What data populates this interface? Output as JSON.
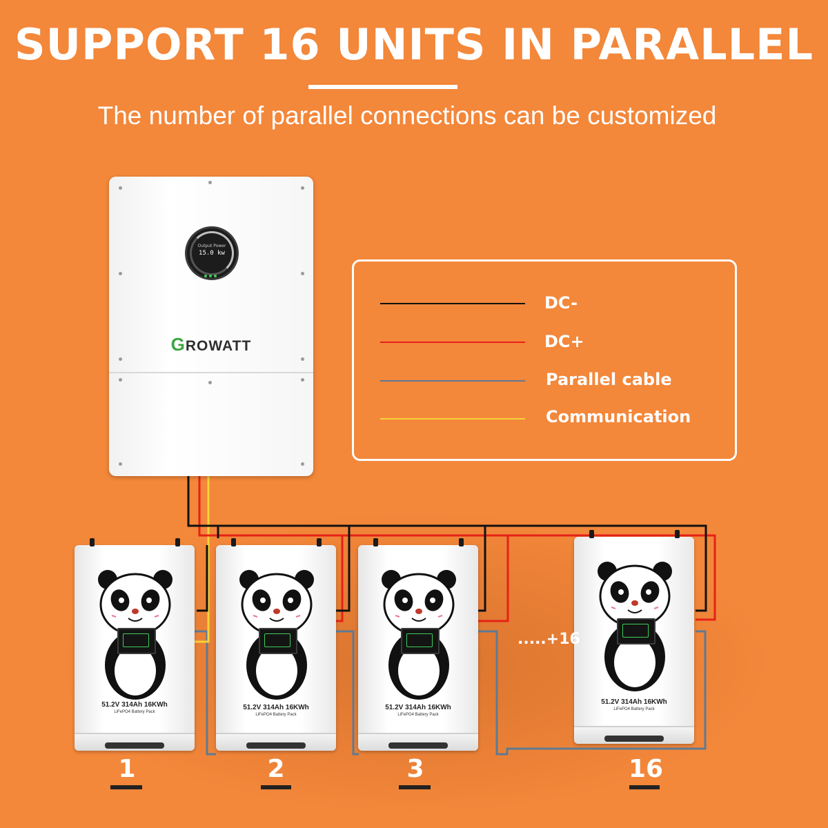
{
  "header": {
    "title": "SUPPORT 16 UNITS IN PARALLEL",
    "subtitle": "The number of parallel connections can be customized"
  },
  "inverter": {
    "brand": "ROWATT",
    "brand_initial": "G",
    "display_label": "Output Power",
    "display_value": "15.0 kw"
  },
  "legend": {
    "items": [
      {
        "label": "DC-",
        "color": "#111111"
      },
      {
        "label": "DC+",
        "color": "#e62117"
      },
      {
        "label": "Parallel cable",
        "color": "#5f7a93"
      },
      {
        "label": "Communication",
        "color": "#f5d33a"
      }
    ]
  },
  "battery": {
    "spec": "51.2V 314Ah 16KWh",
    "sub": "LiFePO4  Battery  Pack"
  },
  "units": [
    "1",
    "2",
    "3",
    "16"
  ],
  "more_label": ".....+16",
  "colors": {
    "background": "#f3873a",
    "text": "#ffffff"
  }
}
